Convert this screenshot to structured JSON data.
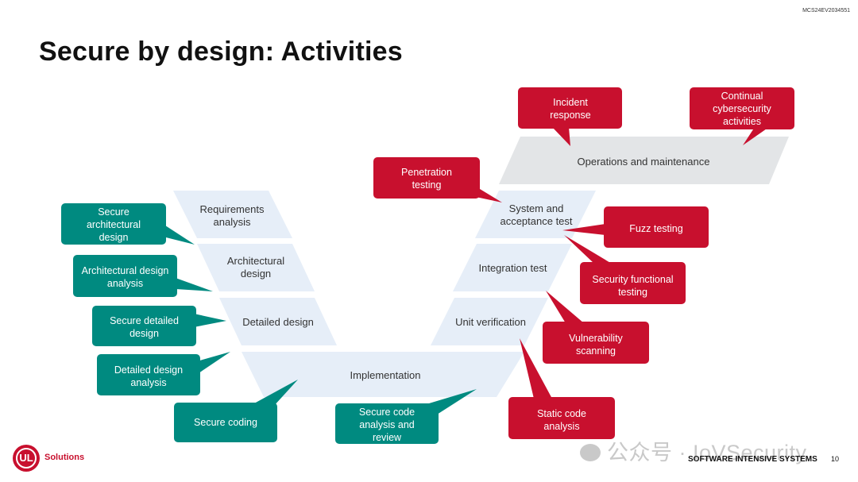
{
  "doc_id": "MCS24EV2034551",
  "title": "Secure by design: Activities",
  "stages": {
    "requirements": "Requirements analysis",
    "architectural": "Architectural design",
    "detailed": "Detailed design",
    "implementation": "Implementation",
    "unit": "Unit verification",
    "integration": "Integration test",
    "system": "System and acceptance test",
    "operations": "Operations and maintenance"
  },
  "activities": {
    "incident_response": "Incident response",
    "continual": "Continual cybersecurity activities",
    "penetration": "Penetration testing",
    "fuzz": "Fuzz testing",
    "security_functional": "Security functional testing",
    "vulnerability": "Vulnerability scanning",
    "static_code": "Static code analysis",
    "secure_arch": "Secure architectural design",
    "arch_analysis": "Architectural design analysis",
    "secure_detailed": "Secure detailed design",
    "detailed_analysis": "Detailed design analysis",
    "secure_coding": "Secure coding",
    "secure_code_review": "Secure code analysis and review"
  },
  "colors": {
    "red": "#c8102e",
    "teal": "#008a80",
    "stage_blue": "#e6eef8",
    "stage_grey": "#e3e5e7"
  },
  "footer": {
    "brand": "Solutions",
    "logo": "UL",
    "watermark": "公众号 · IoVSecurity",
    "section": "SOFTWARE INTENSIVE SYSTEMS",
    "page": "10"
  }
}
